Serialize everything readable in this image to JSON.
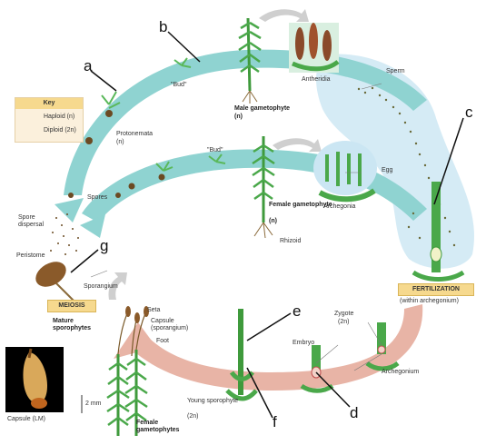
{
  "labels": {
    "key_title": "Key",
    "haploid": "Haploid (n)",
    "diploid": "Diploid (2n)",
    "bud_top": "\"Bud\"",
    "bud_mid": "\"Bud\"",
    "male_gametophyte": "Male gametophyte",
    "male_ploidy": "(n)",
    "antheridia": "Antheridia",
    "sperm": "Sperm",
    "protonemata": "Protonemata",
    "protonemata_ploidy": "(n)",
    "spores": "Spores",
    "egg": "Egg",
    "archegonia": "Archegonia",
    "female_gametophyte": "Female gametophyte",
    "female_ploidy": "(n)",
    "rhizoid": "Rhizoid",
    "spore_dispersal": "Spore dispersal",
    "peristome": "Peristome",
    "sporangium": "Sporangium",
    "meiosis": "MEIOSIS",
    "fertilization": "FERTILIZATION",
    "within_archegonium": "(within archegonium)",
    "seta": "Seta",
    "capsule": "Capsule",
    "capsule_sub": "(sporangium)",
    "foot": "Foot",
    "mature_sporophytes": "Mature sporophytes",
    "zygote": "Zygote",
    "zygote_ploidy": "(2n)",
    "embryo": "Embryo",
    "archegonium": "Archegonium",
    "young_sporophyte": "Young sporophyte",
    "young_ploidy": "(2n)",
    "female_gametophytes": "Female gametophytes",
    "scale": "2 mm",
    "capsule_lm": "Capsule (LM)"
  },
  "markers": {
    "a": "a",
    "b": "b",
    "c": "c",
    "d": "d",
    "e": "e",
    "f": "f",
    "g": "g"
  },
  "colors": {
    "haploid_arrow": "#8fd3d1",
    "diploid_arrow": "#e8b4a6",
    "plant_green": "#3f9a3c",
    "leaf_light": "#7ecf62",
    "water": "#cbe6f3",
    "label_box": "#f6d98e"
  }
}
